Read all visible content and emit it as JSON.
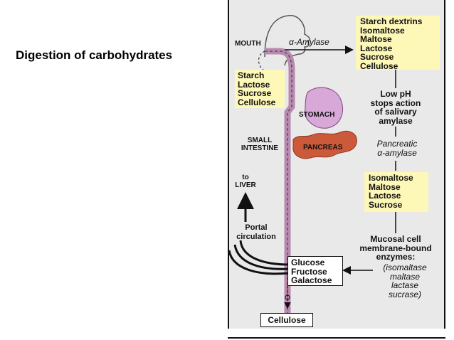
{
  "slide": {
    "title": "Digestion of carbohydrates"
  },
  "diagram": {
    "mouth_label": "MOUTH",
    "alpha_amylase_label": "α-Amylase",
    "top_products": [
      "Starch dextrins",
      "Isomaltose",
      "Maltose",
      "Lactose",
      "Sucrose",
      "Cellulose"
    ],
    "mouth_substrates": [
      "Starch",
      "Lactose",
      "Sucrose",
      "Cellulose"
    ],
    "stomach_label": "STOMACH",
    "low_ph_note": [
      "Low pH",
      "stops action",
      "of salivary",
      "amylase"
    ],
    "small_intestine_label": [
      "SMALL",
      "INTESTINE"
    ],
    "pancreas_label": "PANCREAS",
    "pancreatic_amylase": [
      "Pancreatic",
      "α-amylase"
    ],
    "to_liver_label": [
      "to",
      "LIVER"
    ],
    "intestine_products": [
      "Isomaltose",
      "Maltose",
      "Lactose",
      "Sucrose"
    ],
    "portal_label": [
      "Portal",
      "circulation"
    ],
    "mucosal_note": [
      "Mucosal cell",
      "membrane-bound",
      "enzymes:"
    ],
    "mucosal_enzymes": [
      "(isomaltase",
      "maltase",
      "lactase",
      "sucrase)"
    ],
    "monosaccharides": [
      "Glucose",
      "Fructose",
      "Galactose"
    ],
    "excreted_label": "Cellulose",
    "colors": {
      "panel": "#e9e9e9",
      "yellow_box": "#fdf7b8",
      "stomach": "#d8a8d8",
      "pancreas": "#cc5a3a",
      "gut_tube": "#f3d6ec"
    }
  }
}
